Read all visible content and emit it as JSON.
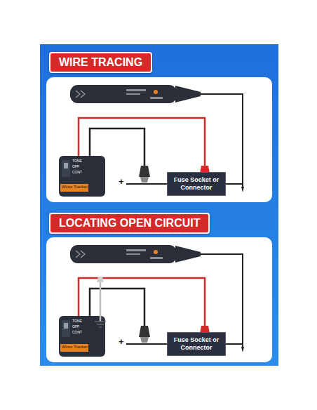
{
  "diagram": {
    "nodes": [
      {
        "text": [
          "WIRE TRACING"
        ]
      },
      {
        "text": [
          "LOCATING OPEN CIRCUIT"
        ]
      },
      {
        "text": [
          "Fuse Socket or Connector"
        ]
      },
      {
        "text": [
          "Fuse Socket or Connector"
        ]
      }
    ],
    "labels": [
      "TONE",
      "OFF",
      "CONT",
      "Wires Tracker",
      "+",
      "TONE",
      "OFF",
      "CONT",
      "Wires Tracker",
      "+"
    ]
  }
}
